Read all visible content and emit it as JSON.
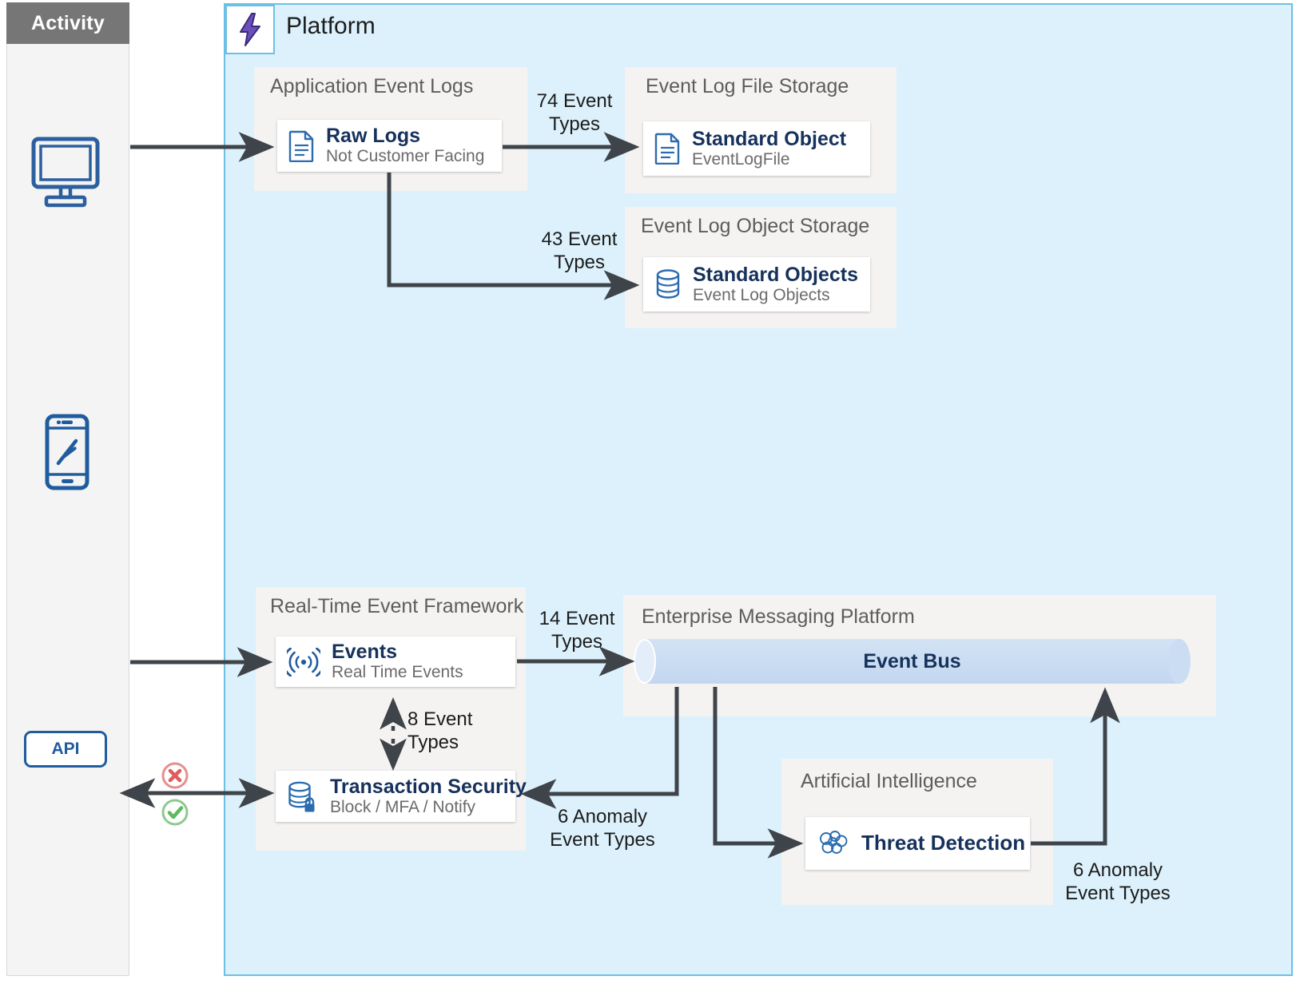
{
  "activity": {
    "header_label": "Activity",
    "icons": [
      {
        "name": "desktop-icon",
        "label": "Desktop"
      },
      {
        "name": "mobile-icon",
        "label": "Mobile"
      }
    ],
    "api_badge_label": "API",
    "status_icons": [
      {
        "name": "blocked-icon",
        "label": "Blocked",
        "color": "#e08080"
      },
      {
        "name": "allowed-icon",
        "label": "Allowed",
        "color": "#6fbf73"
      }
    ]
  },
  "platform": {
    "title": "Platform",
    "badge_icon": "lightning-bolt-icon",
    "background_color": "#dcf1fb",
    "border_color": "#6cc0e5"
  },
  "groups": {
    "application_event_logs": {
      "title": "Application Event Logs"
    },
    "event_log_file_storage": {
      "title": "Event Log File Storage"
    },
    "event_log_object_storage": {
      "title": "Event Log Object Storage"
    },
    "real_time_event_framework": {
      "title": "Real-Time Event Framework"
    },
    "enterprise_messaging_platform": {
      "title": "Enterprise Messaging Platform"
    },
    "artificial_intelligence": {
      "title": "Artificial Intelligence"
    }
  },
  "nodes": {
    "raw_logs": {
      "title": "Raw Logs",
      "subtitle": "Not Customer Facing",
      "icon": "document-icon"
    },
    "standard_object": {
      "title": "Standard Object",
      "subtitle": "EventLogFile",
      "icon": "document-icon"
    },
    "standard_objects": {
      "title": "Standard Objects",
      "subtitle": "Event Log Objects",
      "icon": "database-icon"
    },
    "events": {
      "title": "Events",
      "subtitle": "Real Time Events",
      "icon": "broadcast-icon"
    },
    "transaction_security": {
      "title": "Transaction Security",
      "subtitle": "Block / MFA / Notify",
      "icon": "database-lock-icon"
    },
    "event_bus": {
      "title": "Event Bus",
      "icon": "cylinder-icon"
    },
    "threat_detection": {
      "title": "Threat Detection",
      "icon": "neural-network-icon"
    }
  },
  "edges": {
    "raw_to_file": "74 Event\nTypes",
    "raw_to_object": "43 Event\nTypes",
    "events_to_bus": "14 Event\nTypes",
    "events_txsec": "8 Event\nTypes",
    "bus_to_txsec": "6 Anomaly\nEvent Types",
    "threat_to_bus": "6 Anomaly\nEvent Types"
  },
  "colors": {
    "platform_fill": "#dcf1fb",
    "platform_border": "#6cc0e5",
    "group_fill": "#f4f3f2",
    "card_fill": "#ffffff",
    "title_navy": "#16325c",
    "icon_blue": "#1f5c9e",
    "wire": "#3e4449",
    "bus_blue": "#cbddf2",
    "activity_header": "#767676",
    "bolt_purple": "#5e4db2"
  }
}
